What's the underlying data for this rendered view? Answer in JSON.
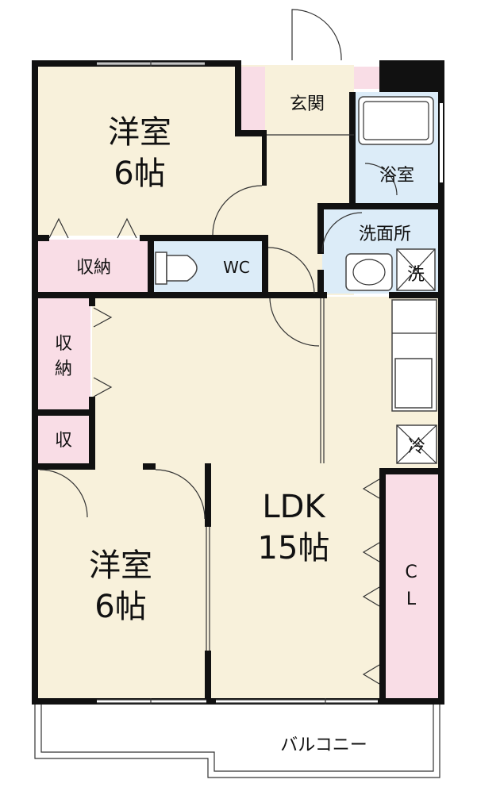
{
  "rooms": {
    "western1": {
      "name": "洋室",
      "size": "6帖"
    },
    "western2": {
      "name": "洋室",
      "size": "6帖"
    },
    "ldk": {
      "name": "LDK",
      "size": "15帖"
    },
    "entrance": "玄関",
    "bath": "浴室",
    "washroom": "洗面所",
    "wc": "WC",
    "storage_main": "収納",
    "storage_side": [
      "収",
      "納"
    ],
    "storage_small": "収",
    "closet": [
      "C",
      "L"
    ],
    "balcony": "バルコニー",
    "washer": "洗",
    "fridge": "冷"
  },
  "colors": {
    "bedroom": "#f8f1db",
    "wet_area": "#dcecf8",
    "storage": "#f9dde6",
    "wall": "#111111"
  }
}
